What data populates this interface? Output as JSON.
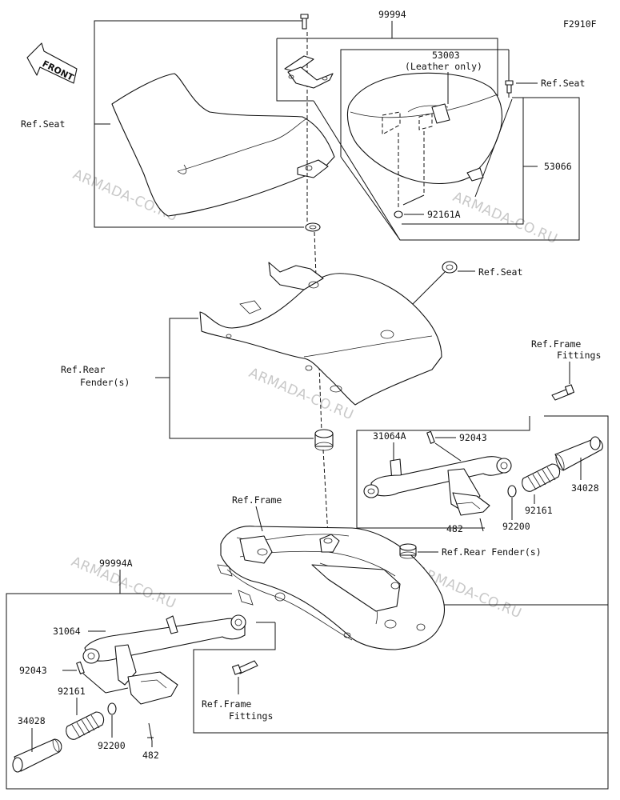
{
  "diagram_code": "F2910F",
  "front_label": "FRONT",
  "watermark": "ARMADA-CO.RU",
  "labels": {
    "kit_main": "99994",
    "kit_left": "99994A",
    "seat_cover": "53003",
    "seat_cover_note": "(Leather only)",
    "ref_seat_left": "Ref.Seat",
    "ref_seat_top": "Ref.Seat",
    "ref_seat_ring": "Ref.Seat",
    "seat_assy": "53066",
    "damper_seat": "92161A",
    "ref_rear_fender_left_1": "Ref.Rear",
    "ref_rear_fender_left_2": "Fender(s)",
    "ref_frame_fittings_top_1": "Ref.Frame",
    "ref_frame_fittings_top_2": "Fittings",
    "bracket_right": "31064A",
    "pin_right": "92043",
    "grip_right": "34028",
    "damper_right": "92161",
    "washer_right": "92200",
    "cotter_right": "482",
    "ref_frame": "Ref.Frame",
    "ref_rear_fender_right": "Ref.Rear Fender(s)",
    "bracket_left": "31064",
    "pin_left": "92043",
    "damper_left": "92161",
    "grip_left": "34028",
    "washer_left": "92200",
    "cotter_left": "482",
    "ref_frame_fittings_bottom_1": "Ref.Frame",
    "ref_frame_fittings_bottom_2": "Fittings"
  }
}
